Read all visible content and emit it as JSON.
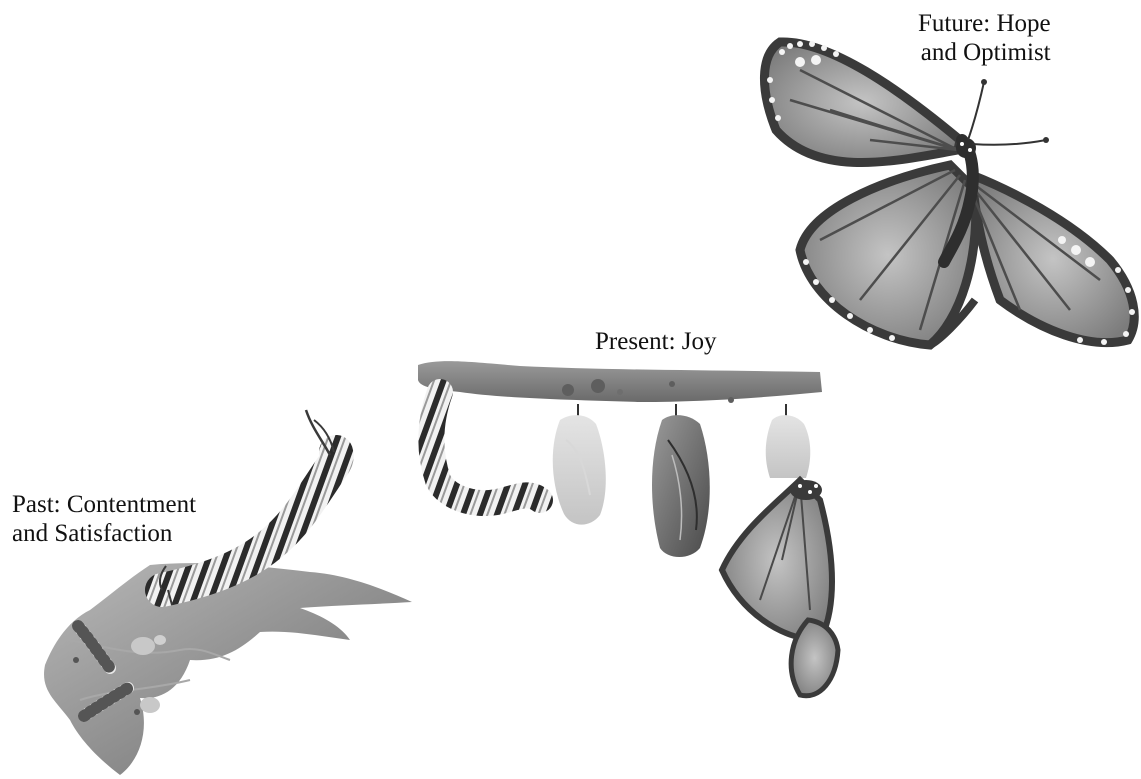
{
  "stages": {
    "past": {
      "line1": "Past: Contentment",
      "line2": "and Satisfaction"
    },
    "present": {
      "line1": "Present: Joy"
    },
    "future": {
      "line1": "Future: Hope",
      "line2": "and Optimist"
    }
  },
  "colors": {
    "background": "#ffffff",
    "leaf": "#8c8c8c",
    "branch": "#7d7d7d",
    "wing": "#8a8a8a",
    "wing_border": "#3a3a3a",
    "stripe": "#2b2b2b"
  },
  "icons": [
    "caterpillar-icon",
    "leaf-icon",
    "branch-icon",
    "chrysalis-icon",
    "butterfly-icon"
  ]
}
